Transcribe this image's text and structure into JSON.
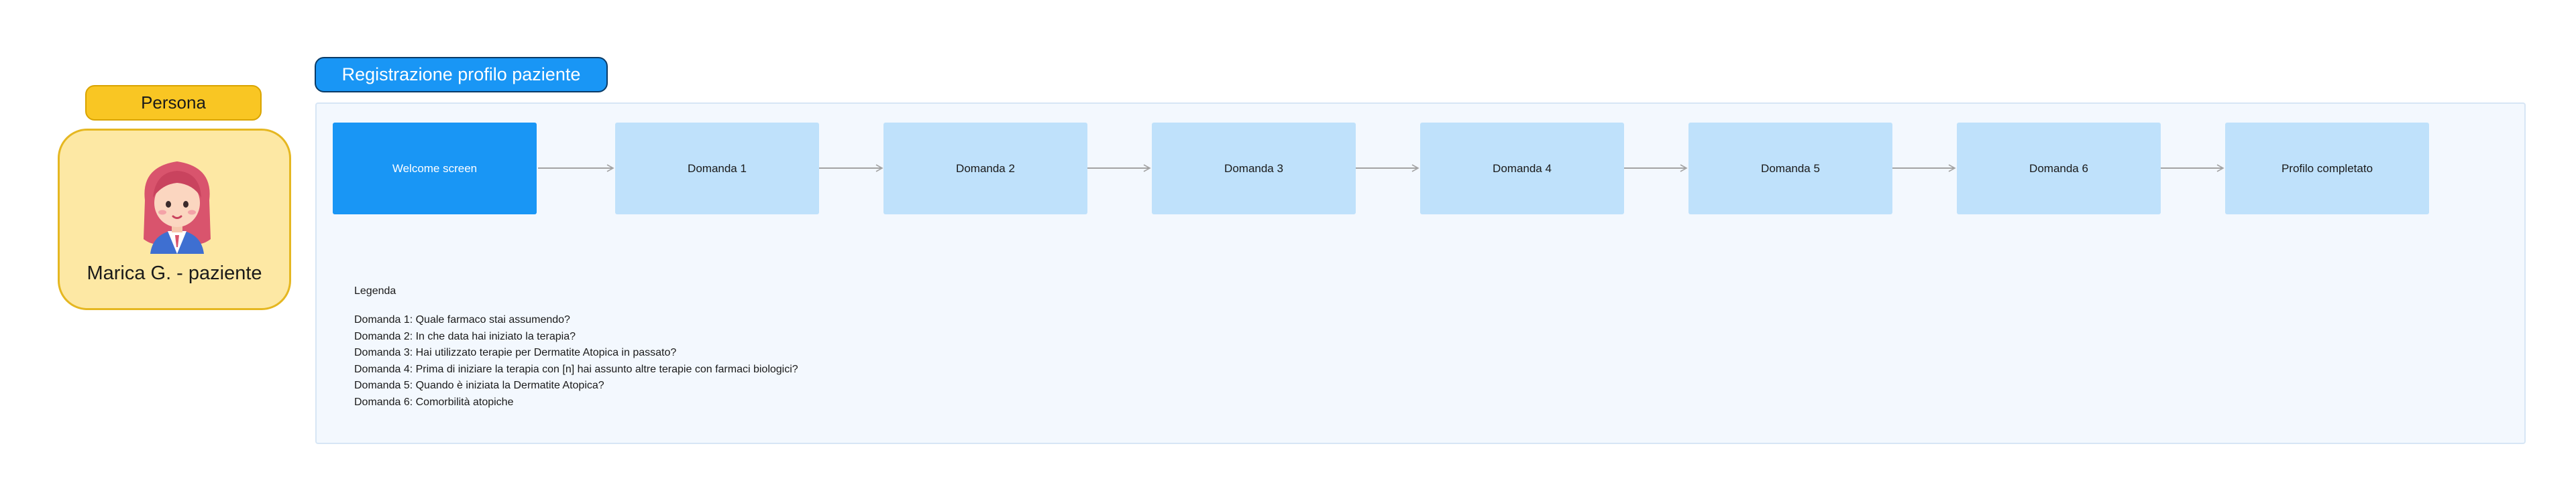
{
  "persona": {
    "tag": "Persona",
    "name": "Marica G. - paziente",
    "colors": {
      "tag": "#f9c623",
      "card": "#fde8a4",
      "border": "#e5b721"
    }
  },
  "flow": {
    "title": "Registrazione profilo paziente",
    "accent": "#1996f5",
    "step_color": "#bfe1fb",
    "steps": [
      "Welcome screen",
      "Domanda 1",
      "Domanda 2",
      "Domanda 3",
      "Domanda 4",
      "Domanda 5",
      "Domanda 6",
      "Profilo completato"
    ]
  },
  "legend": {
    "title": "Legenda",
    "items": [
      "Domanda 1: Quale farmaco stai assumendo?",
      "Domanda 2: In che data hai iniziato la terapia?",
      "Domanda 3: Hai utilizzato terapie per Dermatite Atopica in passato?",
      "Domanda 4: Prima di iniziare la terapia con [n] hai assunto altre terapie con farmaci biologici?",
      "Domanda 5: Quando è iniziata la Dermatite Atopica?",
      "Domanda 6: Comorbilità atopiche"
    ]
  }
}
